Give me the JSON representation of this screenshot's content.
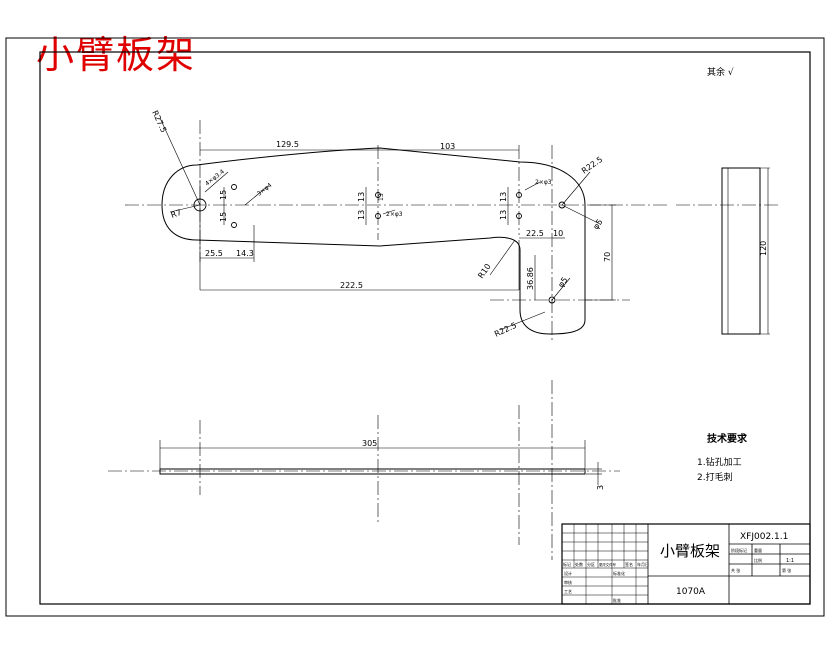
{
  "title_overlay": "小臂板架",
  "surface_note": "其余 √",
  "dims": {
    "d_129_5": "129.5",
    "d_103": "103",
    "d_22_5": "22.5",
    "d_10": "10",
    "d_25_5": "25.5",
    "d_14_3": "14.3",
    "d_222_5": "222.5",
    "d_70": "70",
    "d_36_86": "36.86",
    "d_13a": "13",
    "d_13b": "13",
    "d_13c": "13",
    "d_13d": "13",
    "d_13e": "13",
    "d_15a": "15",
    "d_15b": "15",
    "d_120": "120",
    "d_305": "305",
    "d_3": "3",
    "r_27_5": "R27.5",
    "r_7": "R7",
    "r_22_5a": "R22.5",
    "r_22_5b": "R22.5",
    "r_10": "R10",
    "phi_5a": "φ5",
    "phi_5b": "φ5",
    "holes_4": "4×φ3.4",
    "holes_3": "3×φ4",
    "holes_2a": "2×φ3",
    "holes_2b": "2×φ3"
  },
  "tech": {
    "heading": "技术要求",
    "item1": "1.钻孔加工",
    "item2": "2.打毛刺"
  },
  "title_block": {
    "part_name": "小臂板架",
    "drawing_no": "XFJ002.1.1",
    "material": "1070A",
    "scale": "1:1",
    "labels": [
      "标记",
      "处数",
      "分区",
      "更改文件号",
      "签名",
      "年月日",
      "设计",
      "标准化",
      "审核",
      "工艺",
      "批准",
      "阶段标记",
      "重量",
      "比例",
      "共 张",
      "第 张"
    ]
  }
}
